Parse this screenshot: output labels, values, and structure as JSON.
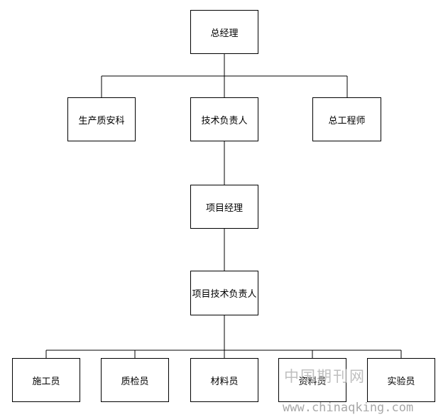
{
  "org_chart": {
    "level1": {
      "ceo": "总经理"
    },
    "level2": {
      "safety": "生产质安科",
      "tech_lead": "技术负责人",
      "chief_engineer": "总工程师"
    },
    "level3": {
      "project_manager": "项目经理"
    },
    "level4": {
      "project_tech_lead": "项目技术负责人"
    },
    "level5": {
      "construction": "施工员",
      "quality": "质检员",
      "materials": "材料员",
      "documents": "资料员",
      "lab": "实验员"
    }
  },
  "watermark": {
    "site_name": "中国期刊网",
    "url": "www.chinaqking.com"
  }
}
